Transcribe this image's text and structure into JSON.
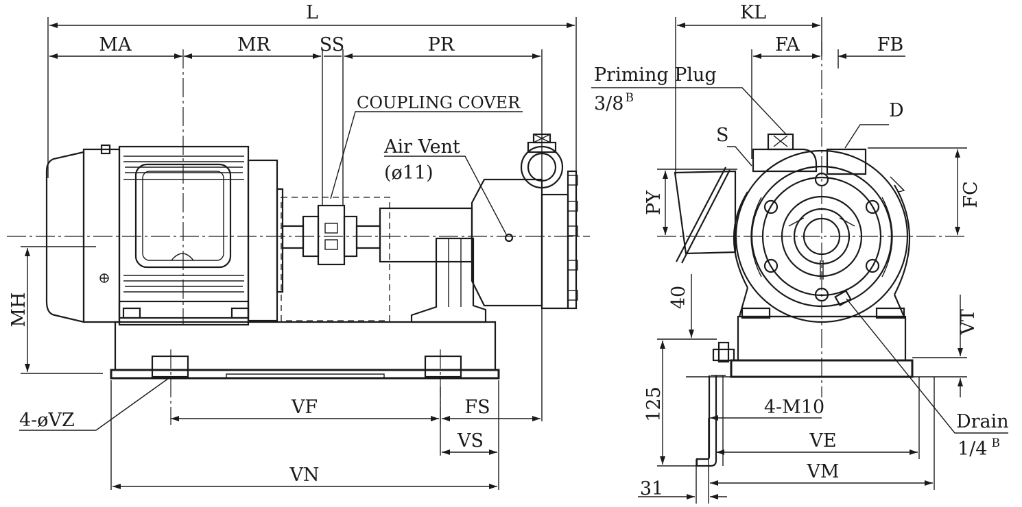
{
  "labels": {
    "L": "L",
    "MA": "MA",
    "MR": "MR",
    "SS": "SS",
    "PR": "PR",
    "coupling_cover": "COUPLING COVER",
    "air_vent": "Air Vent",
    "air_vent_size": "(ø11)",
    "MH": "MH",
    "VZ": "4-øVZ",
    "VF": "VF",
    "FS": "FS",
    "VS": "VS",
    "VN": "VN",
    "KL": "KL",
    "FA": "FA",
    "FB": "FB",
    "priming_plug": "Priming Plug",
    "priming_plug_size": "3/8",
    "priming_plug_sup": "B",
    "D": "D",
    "S": "S",
    "PY": "PY",
    "FC": "FC",
    "dim_40": "40",
    "VT": "VT",
    "dim_125": "125",
    "bolt": "4-M10",
    "VE": "VE",
    "VM": "VM",
    "dim_31": "31",
    "drain": "Drain",
    "drain_size": "1/4",
    "drain_sup": "B"
  }
}
